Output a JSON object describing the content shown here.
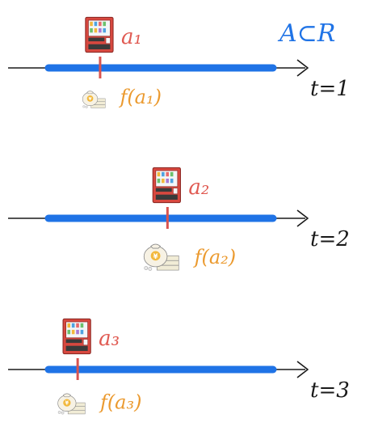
{
  "set_label": "A⊂R",
  "colors": {
    "axis_line": "#1a1a1a",
    "interval": "#1f73e6",
    "marker": "#d9534f",
    "action_label": "#e05a52",
    "reward_label": "#eb9a2f",
    "set_label": "#1f73e6",
    "time_label": "#1a1a1a",
    "machine_body": "#d8483f"
  },
  "icons": {
    "vending_machine": "vending-machine-icon",
    "money_bag": "money-bag-icon"
  },
  "rounds": [
    {
      "time_label": "t=1",
      "action_label": "a₁",
      "reward_label": "f(a₁)",
      "action_value": 0.23,
      "reward_size": "small"
    },
    {
      "time_label": "t=2",
      "action_label": "a₂",
      "reward_label": "f(a₂)",
      "action_value": 0.53,
      "reward_size": "large"
    },
    {
      "time_label": "t=3",
      "action_label": "a₃",
      "reward_label": "f(a₃)",
      "action_value": 0.13,
      "reward_size": "medium"
    }
  ]
}
